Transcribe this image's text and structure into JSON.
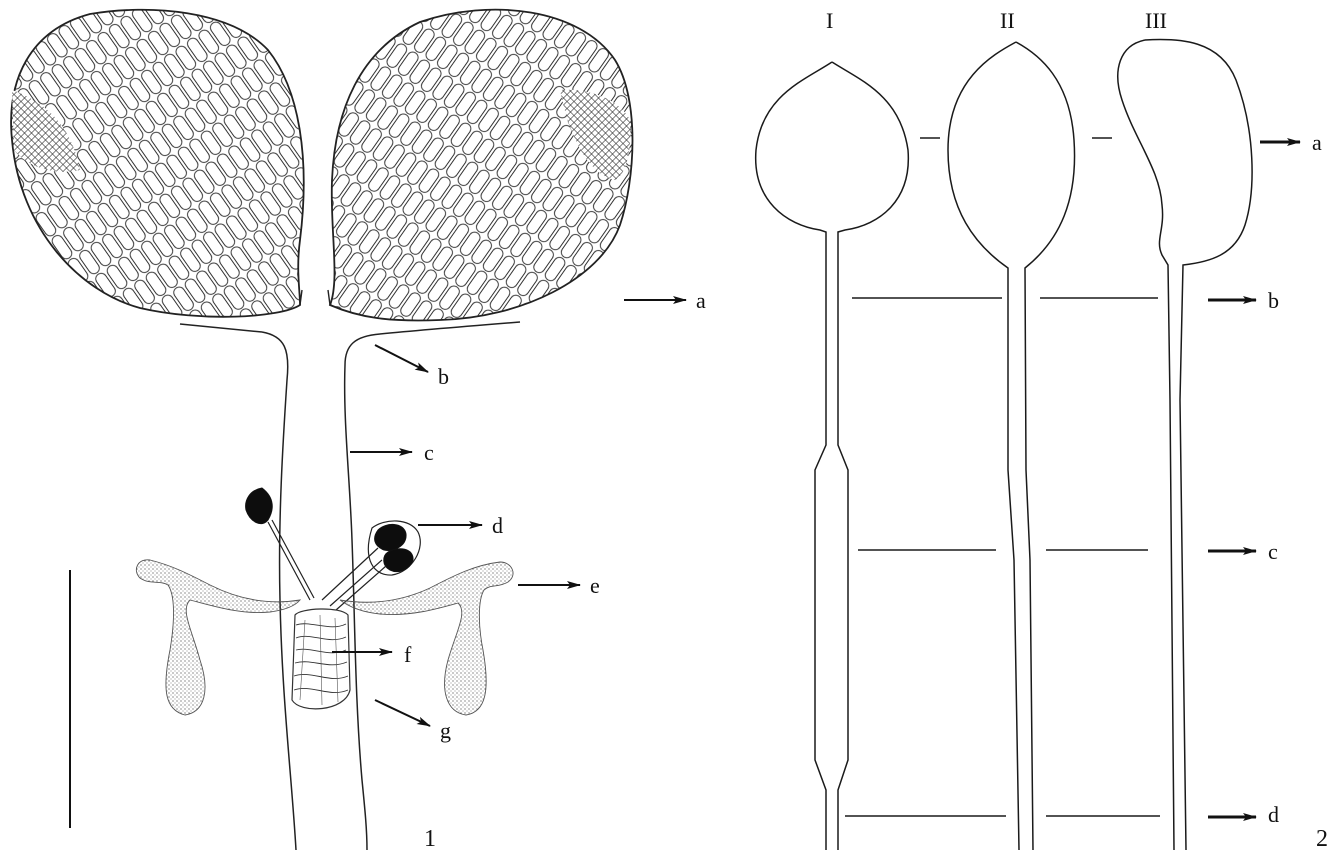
{
  "figure_numbers": {
    "panel1": "1",
    "panel2": "2"
  },
  "panel1_labels": {
    "a": "a",
    "b": "b",
    "c": "c",
    "d": "d",
    "e": "e",
    "f": "f",
    "g": "g"
  },
  "panel2_headers": {
    "I": "I",
    "II": "II",
    "III": "III"
  },
  "panel2_labels": {
    "a": "a",
    "b": "b",
    "c": "c",
    "d": "d"
  },
  "icons": {
    "arrow": "arrow-icon",
    "scale_bar": "scale-bar-icon",
    "hatching_pattern": "stipple-pattern"
  },
  "colors": {
    "ink": "#1a1a1a",
    "fill_dark": "#0d0d0d",
    "paper": "#ffffff"
  }
}
